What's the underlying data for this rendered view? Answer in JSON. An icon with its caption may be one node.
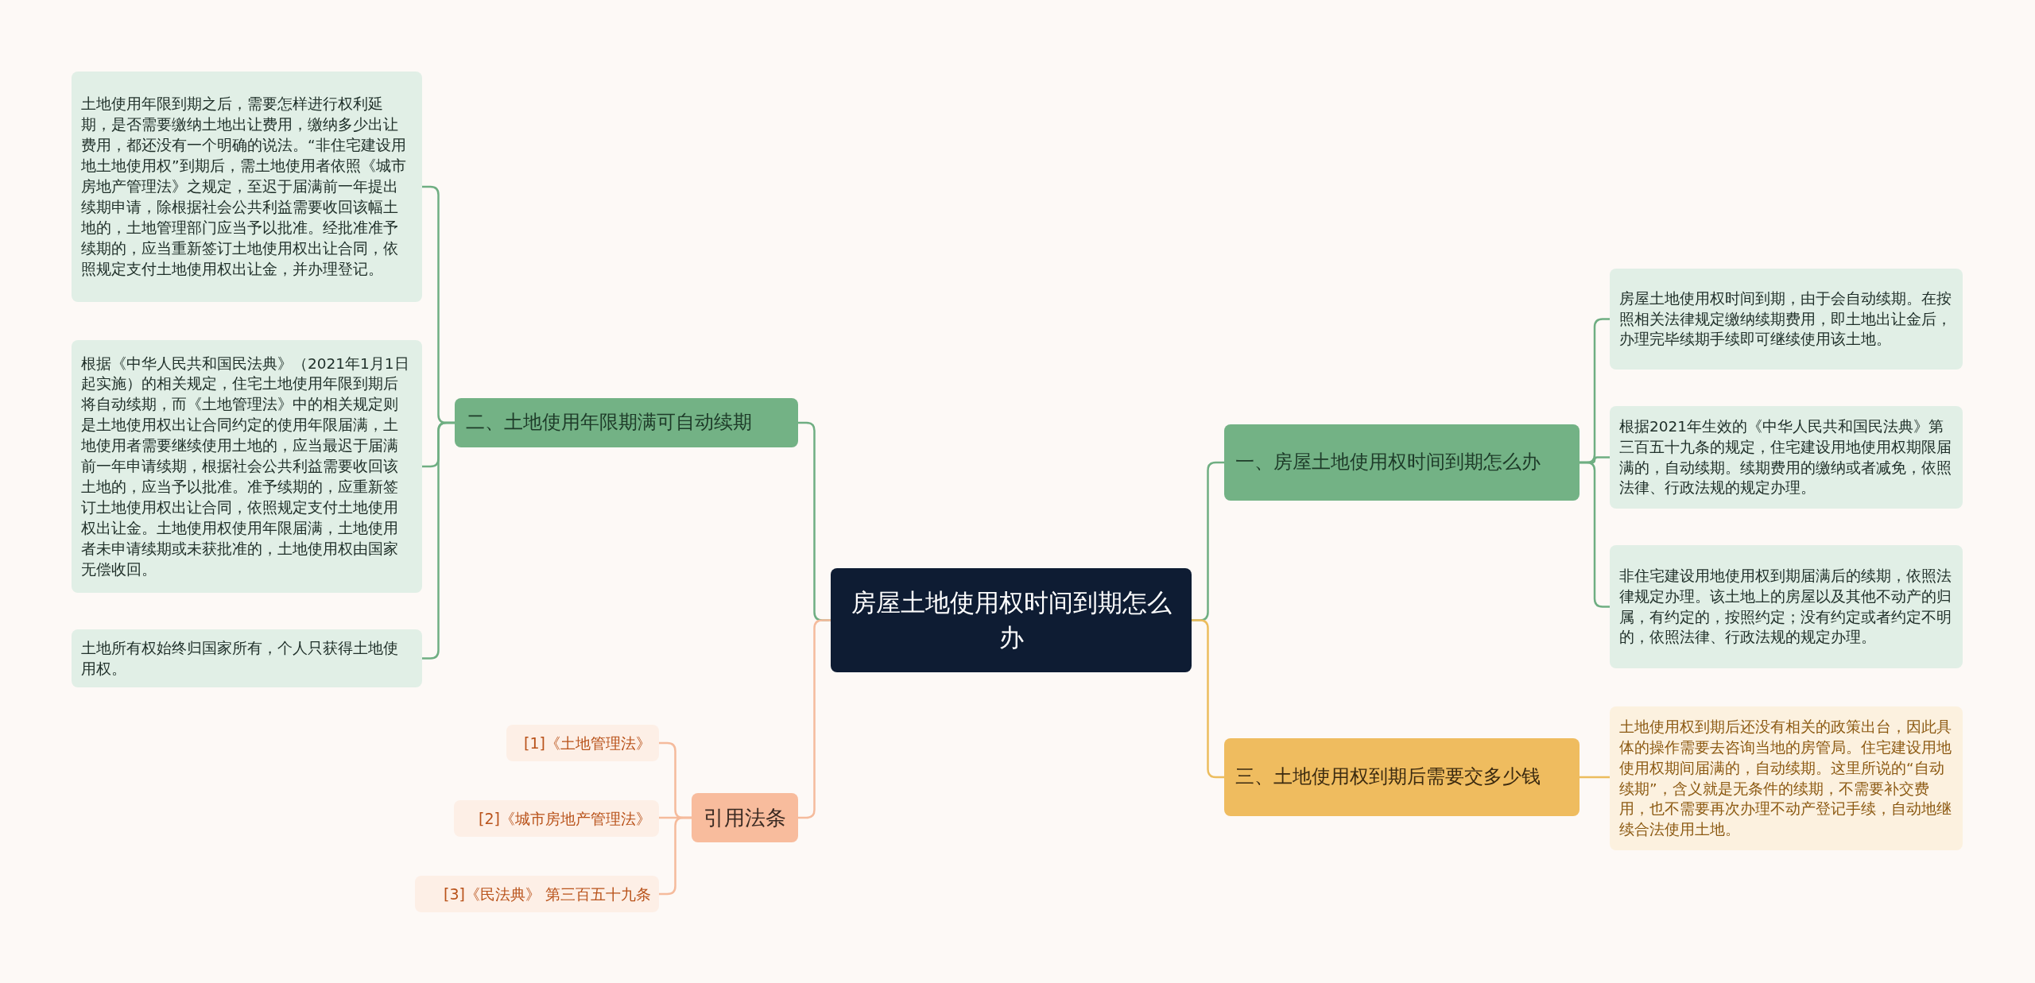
{
  "diagram": {
    "nodes": [
      {
        "text": [
          "房屋土地使用权时间到期怎么办"
        ]
      },
      {
        "text": [
          "一、房屋土地使用权时间到期怎么办"
        ]
      },
      {
        "text": [
          "房屋土地使用权时间到期，由于会自动续期。在按照相关法律规定缴纳续期费用，即土地出让金后，办理完毕续期手续即可继续使用该土地。"
        ]
      },
      {
        "text": [
          "根据2021年生效的《中华人民共和国民法典》第三百五十九条的规定，住宅建设用地使用权期限届满的，自动续期。续期费用的缴纳或者减免，依照法律、行政法规的规定办理。"
        ]
      },
      {
        "text": [
          "非住宅建设用地使用权到期届满后的续期，依照法律规定办理。该土地上的房屋以及其他不动产的归属，有约定的，按照约定；没有约定或者约定不明的，依照法律、行政法规的规定办理。"
        ]
      },
      {
        "text": [
          "二、土地使用年限期满可自动续期"
        ]
      },
      {
        "text": [
          "土地使用年限到期之后，需要怎样进行权利延期，是否需要缴纳土地出让费用，缴纳多少出让费用，都还没有一个明确的说法。“非住宅建设用地土地使用权”到期后，需土地使用者依照《城市房地产管理法》之规定，至迟于届满前一年提出续期申请，除根据社会公共利益需要收回该幅土地的，土地管理部门应当予以批准。经批准准予续期的，应当重新签订土地使用权出让合同，依照规定支付土地使用权出让金，并办理登记。"
        ]
      },
      {
        "text": [
          "根据《中华人民共和国民法典》（2021年1月1日起实施）的相关规定，住宅土地使用年限到期后将自动续期，而《土地管理法》中的相关规定则是土地使用权出让合同约定的使用年限届满，土地使用者需要继续使用土地的，应当最迟于届满前一年申请续期，根据社会公共利益需要收回该土地的，应当予以批准。准予续期的，应重新签订土地使用权出让合同，依照规定支付土地使用权出让金。土地使用权使用年限届满，土地使用者未申请续期或未获批准的，土地使用权由国家无偿收回。"
        ]
      },
      {
        "text": [
          "土地所有权始终归国家所有，个人只获得土地使用权。"
        ]
      },
      {
        "text": [
          "三、土地使用权到期后需要交多少钱"
        ]
      },
      {
        "text": [
          "土地使用权到期后还没有相关的政策出台，因此具体的操作需要去咨询当地的房管局。住宅建设用地使用权期间届满的，自动续期。这里所说的“自动续期”，含义就是无条件的续期，不需要补交费用，也不需要再次办理不动产登记手续，自动地继续合法使用土地。"
        ]
      },
      {
        "text": [
          "引用法条"
        ]
      },
      {
        "text": [
          "[1]《土地管理法》"
        ]
      },
      {
        "text": [
          "[2]《城市房地产管理法》"
        ]
      },
      {
        "text": [
          "[3]《民法典》 第三百五十九条"
        ]
      }
    ],
    "edges": [
      {
        "from": 0,
        "to": 1,
        "arrow": "none"
      },
      {
        "from": 1,
        "to": 2,
        "arrow": "none"
      },
      {
        "from": 1,
        "to": 3,
        "arrow": "none"
      },
      {
        "from": 1,
        "to": 4,
        "arrow": "none"
      },
      {
        "from": 0,
        "to": 5,
        "arrow": "none"
      },
      {
        "from": 5,
        "to": 6,
        "arrow": "none"
      },
      {
        "from": 5,
        "to": 7,
        "arrow": "none"
      },
      {
        "from": 5,
        "to": 8,
        "arrow": "none"
      },
      {
        "from": 0,
        "to": 9,
        "arrow": "none",
        "color": "#ecbd5e"
      },
      {
        "from": 9,
        "to": 10,
        "arrow": "none",
        "color": "#ecbd5e"
      },
      {
        "from": 0,
        "to": 11,
        "arrow": "none",
        "color": "#f5bb9c"
      },
      {
        "from": 11,
        "to": 12,
        "arrow": "none",
        "color": "#f5bb9c"
      },
      {
        "from": 11,
        "to": 13,
        "arrow": "none",
        "color": "#f5bb9c"
      },
      {
        "from": 11,
        "to": 14,
        "arrow": "none",
        "color": "#f5bb9c"
      }
    ]
  }
}
